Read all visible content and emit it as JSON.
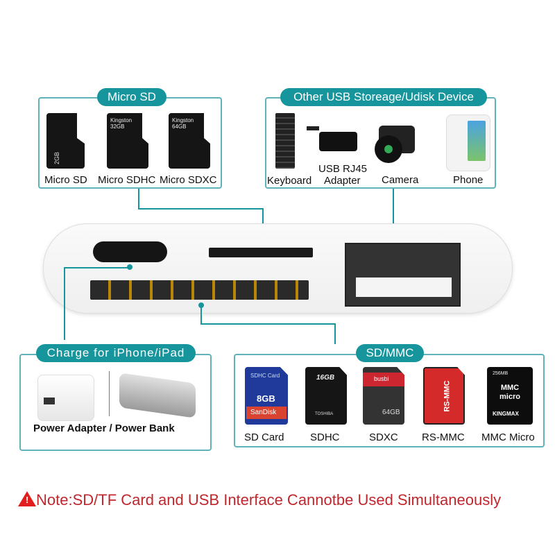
{
  "colors": {
    "accent": "#17959c",
    "panel_border": "#5fb3b8",
    "note": "#c0272d"
  },
  "panels": {
    "micro_sd": {
      "title": "Micro SD",
      "items": [
        {
          "label": "Micro SD",
          "card_text": "2GB"
        },
        {
          "label": "Micro SDHC",
          "card_text": "Kingston 32GB"
        },
        {
          "label": "Micro SDXC",
          "card_text": "Kingston 64GB"
        }
      ]
    },
    "usb_storage": {
      "title": "Other USB Storeage/Udisk Device",
      "items": [
        {
          "label": "Keyboard"
        },
        {
          "label": "USB RJ45",
          "label2": "Adapter"
        },
        {
          "label": "Camera"
        },
        {
          "label": "Phone"
        }
      ]
    },
    "charge": {
      "title": "Charge for iPhone/iPad",
      "caption": "Power Adapter / Power Bank"
    },
    "sd_mmc": {
      "title": "SD/MMC",
      "items": [
        {
          "label": "SD Card",
          "card_top": "SDHC Card",
          "card_size": "8GB",
          "card_brand": "SanDisk"
        },
        {
          "label": "SDHC",
          "card_top": "16GB",
          "card_brand": "TOSHIBA"
        },
        {
          "label": "SDXC",
          "card_top": "busbi",
          "card_size": "64GB"
        },
        {
          "label": "RS-MMC",
          "card_top": "RS-MMC"
        },
        {
          "label": "MMC Micro",
          "card_top": "256MB",
          "card_size": "MMC micro",
          "card_brand": "KINGMAX"
        }
      ]
    }
  },
  "note": {
    "icon": "warning-icon",
    "text": "Note:SD/TF Card and USB Interface Cannotbe Used Simultaneously"
  }
}
